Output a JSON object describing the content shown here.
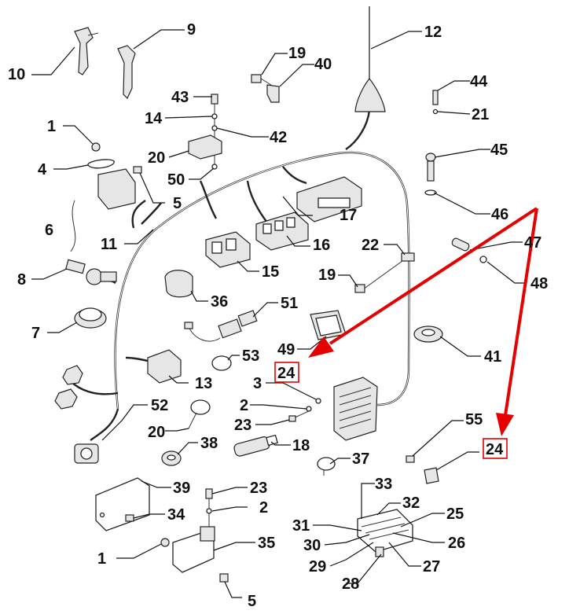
{
  "labels": {
    "p1a": "1",
    "p1b": "1",
    "p2a": "2",
    "p2b": "2",
    "p3": "3",
    "p4": "4",
    "p5a": "5",
    "p5b": "5",
    "p6": "6",
    "p7": "7",
    "p8": "8",
    "p9": "9",
    "p10": "10",
    "p11": "11",
    "p12": "12",
    "p13": "13",
    "p14": "14",
    "p15": "15",
    "p16": "16",
    "p17": "17",
    "p18": "18",
    "p19a": "19",
    "p19b": "19",
    "p20a": "20",
    "p20b": "20",
    "p21": "21",
    "p22": "22",
    "p23a": "23",
    "p23b": "23",
    "p24a": "24",
    "p24b": "24",
    "p25": "25",
    "p26": "26",
    "p27": "27",
    "p28": "28",
    "p29": "29",
    "p30": "30",
    "p31": "31",
    "p32": "32",
    "p33": "33",
    "p34": "34",
    "p35": "35",
    "p36": "36",
    "p37": "37",
    "p38": "38",
    "p39": "39",
    "p40": "40",
    "p41": "41",
    "p42": "42",
    "p43": "43",
    "p44": "44",
    "p45": "45",
    "p46": "46",
    "p47": "47",
    "p48": "48",
    "p49": "49",
    "p50": "50",
    "p51": "51",
    "p52": "52",
    "p53": "53",
    "p55": "55"
  },
  "highlight": {
    "color": "#e60000",
    "part": "24"
  }
}
